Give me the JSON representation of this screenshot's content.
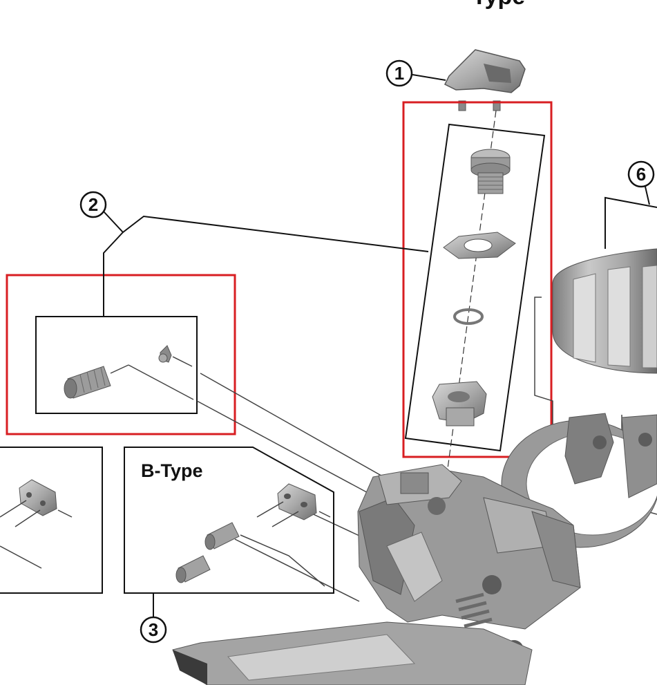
{
  "diagram": {
    "top_title_fragment": "-Type",
    "callouts": [
      {
        "number": "1"
      },
      {
        "number": "2"
      },
      {
        "number": "3"
      },
      {
        "number": "6"
      }
    ],
    "type_label": "B-Type",
    "colors": {
      "highlight": "#d81e22",
      "line": "#111111",
      "part_light": "#bdbdbd",
      "part_mid": "#8e8e8e",
      "part_dark": "#5c5c5c"
    }
  }
}
